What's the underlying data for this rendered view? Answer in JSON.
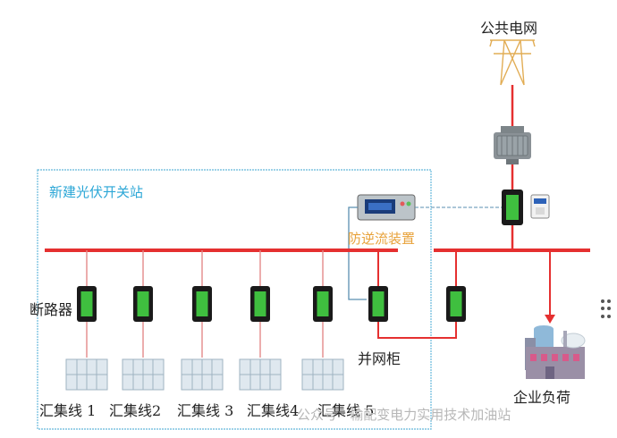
{
  "labels": {
    "public_grid": "公共电网",
    "station": "新建光伏开关站",
    "anti_reverse": "防逆流装置",
    "breaker": "断路器",
    "grid_cabinet": "并网柜",
    "enterprise_load": "企业负荷"
  },
  "feeders": [
    "汇集线 1",
    "汇集线2",
    "汇集线 3",
    "汇集线4",
    "汇集线 5"
  ],
  "watermark": "公众号 · 输配变电力实用技术加油站",
  "colors": {
    "bus": "#e53030",
    "breaker_fill": "#3fbf3f",
    "breaker_frame": "#1a1a1a",
    "station_border": "#7ec3e0",
    "signal": "#5a8fb0"
  }
}
